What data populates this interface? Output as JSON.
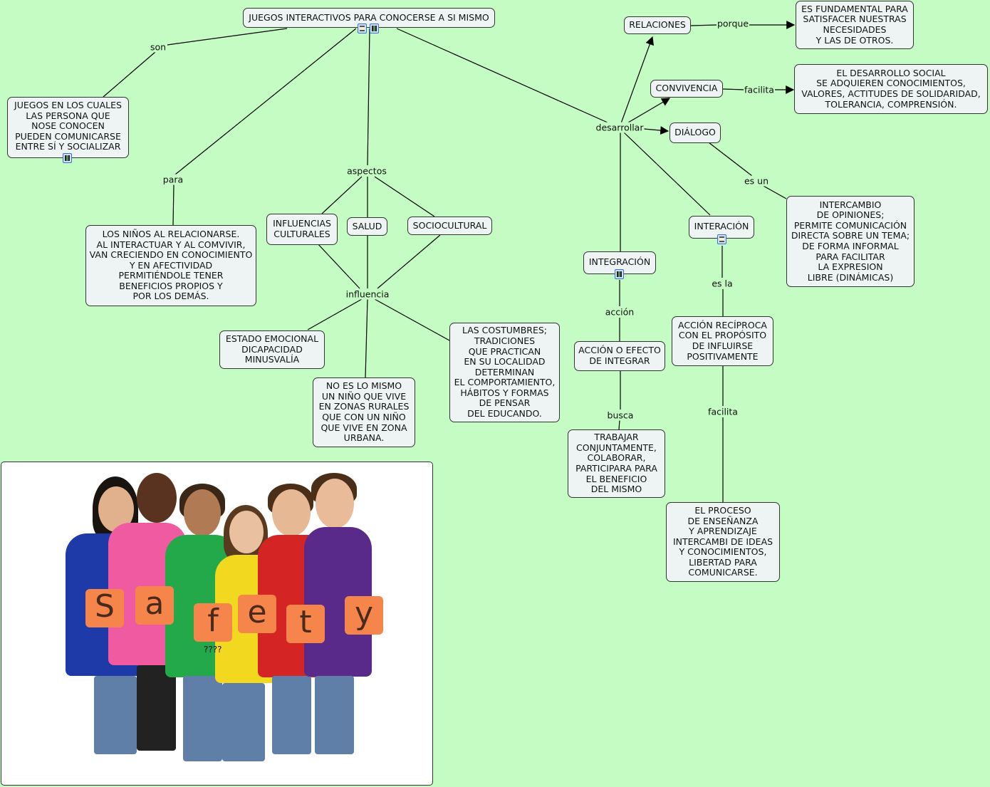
{
  "concepts": {
    "main": "JUEGOS INTERACTIVOS PARA CONOCERSE A SI MISMO",
    "juegos": "JUEGOS EN LOS CUALES\nLAS PERSONA QUE\nNOSE CONOCEN\nPUEDEN COMUNICARSE\nENTRE SÍ Y SOCIALIZAR",
    "ninos": "LOS NIÑOS AL RELACIONARSE.\nAL INTERACTUAR Y AL COMVIVIR,\nVAN CRECIENDO EN CONOCIMIENTO\nY EN AFECTIVIDAD\nPERMITIÉNDOLE TENER\nBENEFICIOS PROPIOS Y\nPOR LOS DEMÁS.",
    "influencias": "INFLUENCIAS\nCULTURALES",
    "salud": "SALUD",
    "sociocultural": "SOCIOCULTURAL",
    "estado": "ESTADO EMOCIONAL\nDICAPACIDAD\nMINUSVALÍA",
    "noes": "NO ES LO MISMO\nUN NIÑO QUE VIVE\nEN ZONAS RURALES\nQUE CON UN NIÑO\nQUE VIVE EN ZONA\nURBANA.",
    "costumbres": "LAS COSTUMBRES;\nTRADICIONES\nQUE PRACTICAN\nEN SU LOCALIDAD\nDETERMINAN\nEL COMPORTAMIENTO,\nHÁBITOS Y FORMAS\nDE PENSAR\nDEL EDUCANDO.",
    "relaciones": "RELACIONES",
    "esfundamental": "ES FUNDAMENTAL PARA\nSATISFACER NUESTRAS\nNECESIDADES\nY LAS DE OTROS.",
    "convivencia": "CONVIVENCIA",
    "desarrollosocial": "EL DESARROLLO SOCIAL\nSE ADQUIEREN CONOCIMIENTOS,\nVALORES, ACTITUDES DE SOLIDARIDAD,\nTOLERANCIA, COMPRENSIÓN.",
    "dialogo": "DIÁLOGO",
    "intercambio": "INTERCAMBIO\nDE OPINIONES;\nPERMITE COMUNICACIÓN\nDIRECTA SOBRE UN TEMA;\nDE FORMA INFORMAL\nPARA FACILITAR\nLA EXPRESION\nLIBRE (DINÁMICAS)",
    "interacion": "INTERACIÓN",
    "integracion": "INTEGRACIÓN",
    "accionefecto": "ACCIÓN O EFECTO\nDE INTEGRAR",
    "accionreciproca": "ACCIÓN RECÍPROCA\nCON EL PROPÓSITO\nDE INFLUIRSE\nPOSITIVAMENTE",
    "trabajar": "TRABAJAR\nCONJUNTAMENTE,\nCOLABORAR,\nPARTICIPARA PARA\nEL BENEFICIO\nDEL MISMO",
    "proceso": "EL PROCESO\nDE ENSEÑANZA\nY APRENDIZAJE\nINTERCAMBI DE IDEAS\nY CONOCIMIENTOS,\nLIBERTAD PARA\nCOMUNICARSE."
  },
  "link_labels": {
    "son": "son",
    "para": "para",
    "aspectos": "aspectos",
    "influencia": "influencia",
    "desarrollar": "desarrollar",
    "porque": "porque",
    "facilita1": "facilita",
    "es_un": "es un",
    "es_la": "es la",
    "accion": "acción",
    "busca": "busca",
    "facilita2": "facilita"
  },
  "image": {
    "letters": [
      "S",
      "a",
      "f",
      "e",
      "t",
      "y"
    ],
    "caption": "????"
  },
  "colors": {
    "background": "#c4fcc4",
    "node_fill": "#eef4f4"
  }
}
